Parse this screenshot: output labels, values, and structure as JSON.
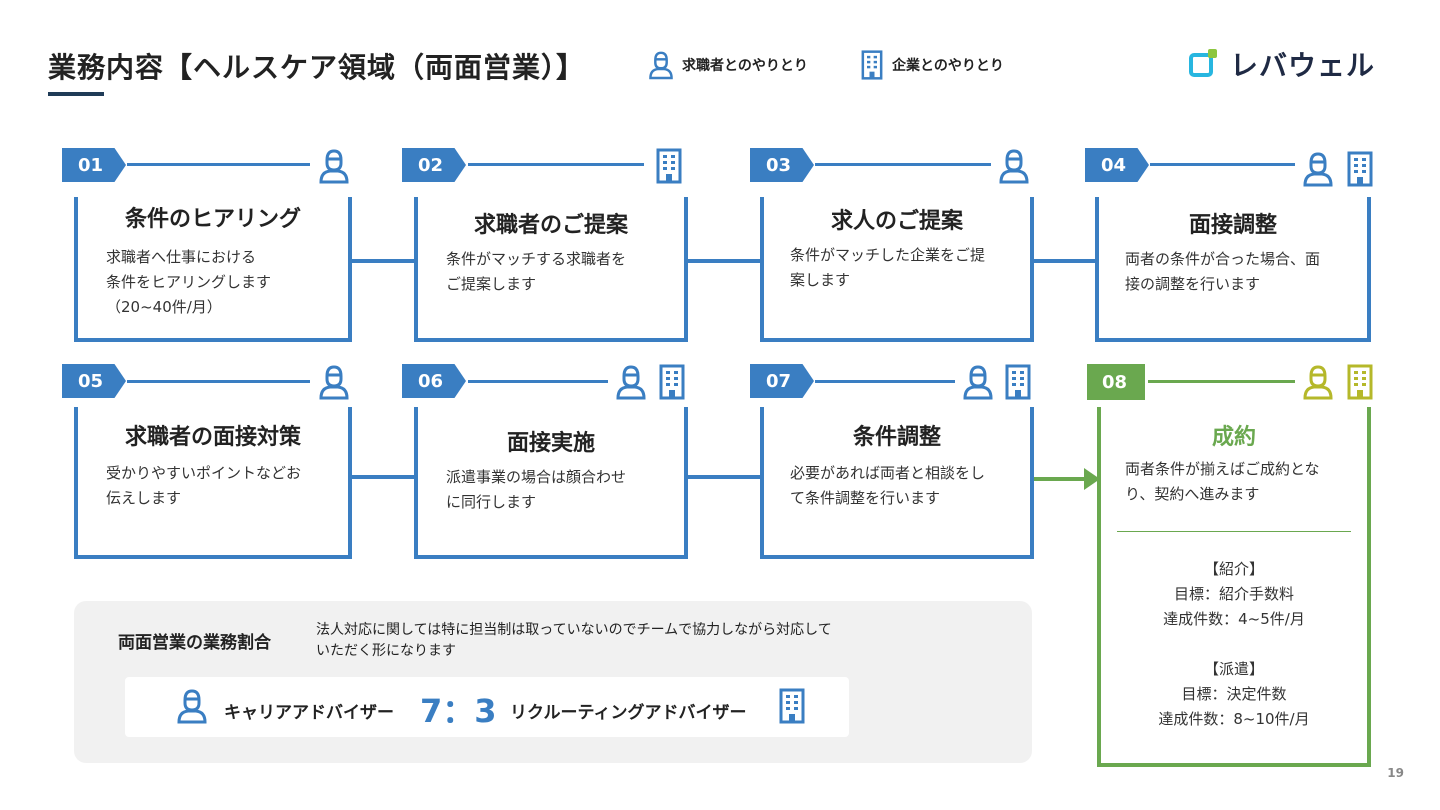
{
  "header": {
    "title": "業務内容【ヘルスケア領域（両面営業）】",
    "legend_person": "求職者とのやりとり",
    "legend_company": "企業とのやりとり",
    "logo_text": "レバウェル"
  },
  "steps": [
    {
      "num": "01",
      "title": "条件のヒアリング",
      "desc": [
        "求職者へ仕事における",
        "条件をヒアリングします",
        "（20~40件/月）"
      ],
      "icons": [
        "person-icon"
      ]
    },
    {
      "num": "02",
      "title": "求職者のご提案",
      "desc": [
        "条件がマッチする求職者を",
        "ご提案します"
      ],
      "icons": [
        "building-icon"
      ]
    },
    {
      "num": "03",
      "title": "求人のご提案",
      "desc": [
        "条件がマッチした企業をご提",
        "案します"
      ],
      "icons": [
        "person-icon"
      ]
    },
    {
      "num": "04",
      "title": "面接調整",
      "desc": [
        "両者の条件が合った場合、面",
        "接の調整を行います"
      ],
      "icons": [
        "person-icon",
        "building-icon"
      ]
    },
    {
      "num": "05",
      "title": "求職者の面接対策",
      "desc": [
        "受かりやすいポイントなどお",
        "伝えします"
      ],
      "icons": [
        "person-icon"
      ]
    },
    {
      "num": "06",
      "title": "面接実施",
      "desc": [
        "派遣事業の場合は顔合わせ",
        "に同行します"
      ],
      "icons": [
        "person-icon",
        "building-icon"
      ]
    },
    {
      "num": "07",
      "title": "条件調整",
      "desc": [
        "必要があれば両者と相談をし",
        "て条件調整を行います"
      ],
      "icons": [
        "person-icon",
        "building-icon"
      ]
    }
  ],
  "final_step": {
    "num": "08",
    "title": "成約",
    "desc": [
      "両者条件が揃えばご成約とな",
      "り、契約へ進みます"
    ],
    "referral_heading": "【紹介】",
    "referral_goal": "目標：紹介手数料",
    "referral_count": "達成件数：4~5件/月",
    "dispatch_heading": "【派遣】",
    "dispatch_goal": "目標：決定件数",
    "dispatch_count": "達成件数：8~10件/月"
  },
  "ratio_panel": {
    "label": "両面営業の業務割合",
    "note_line1": "法人対応に関しては特に担当制は取っていないのでチームで協力しながら対応して",
    "note_line2": "いただく形になります",
    "left_role": "キャリアアドバイザー",
    "ratio": "7：3",
    "right_role": "リクルーティングアドバイザー"
  },
  "page_number": "19",
  "colors": {
    "blue": "#3a7ec2",
    "green": "#6aa84f",
    "yellow_green": "#b5b82a",
    "navy": "#1f3b57"
  }
}
